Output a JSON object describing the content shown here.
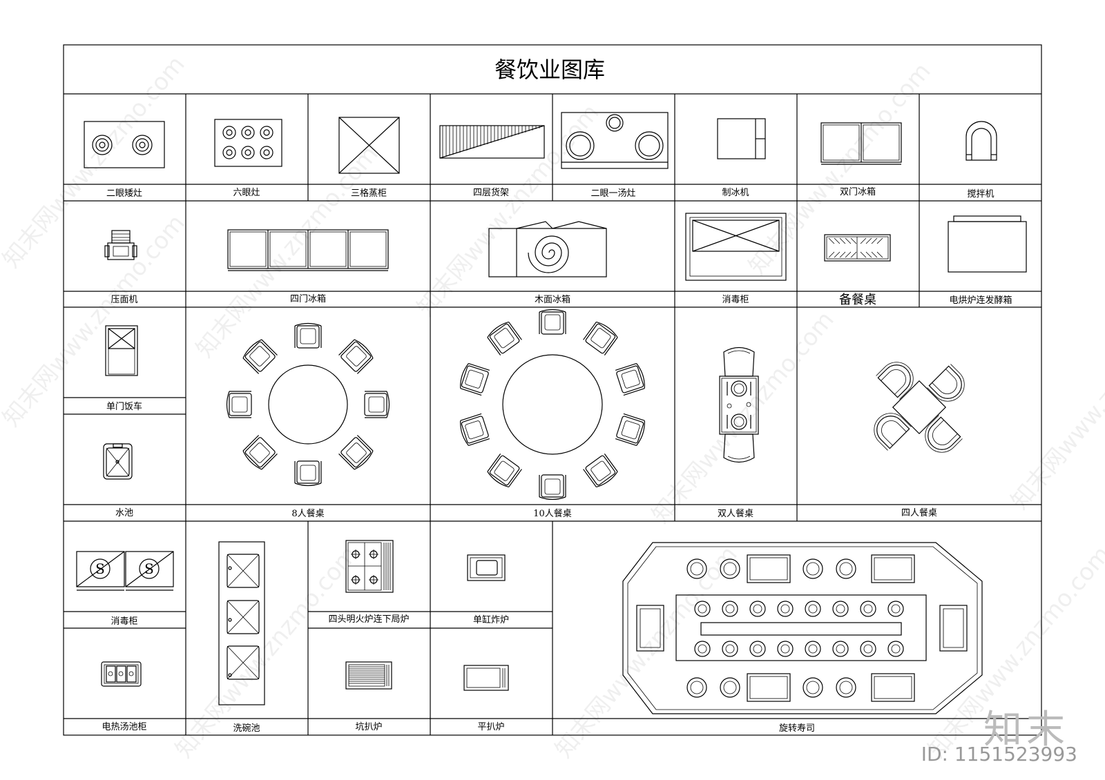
{
  "title": "餐饮业图库",
  "labels": {
    "stove2": "二眼矮灶",
    "stove6": "六眼灶",
    "steamer3": "三格蒸柜",
    "shelf4": "四层货架",
    "stove_soup": "二眼一汤灶",
    "icemaker": "制冰机",
    "fridge2": "双门冰箱",
    "mixer": "搅拌机",
    "noodle_press": "压面机",
    "fridge4": "四门冰箱",
    "wood_fridge": "木面冰箱",
    "disinfect1": "消毒柜",
    "serving_table": "备餐桌",
    "oven_proofer": "电烘炉连发酵箱",
    "rice_cart": "单门饭车",
    "sink": "水池",
    "table8": "8人餐桌",
    "table10": "10人餐桌",
    "table2": "双人餐桌",
    "table4": "四人餐桌",
    "disinfect2": "消毒柜",
    "dish_sink": "洗碗池",
    "burner4": "四头明火炉连下局炉",
    "fryer": "单缸炸炉",
    "bain_marie": "电热汤池柜",
    "pit_grill": "坑扒炉",
    "flat_grill": "平扒炉",
    "sushi": "旋转寿司"
  },
  "watermark": "知末网www.znzmo.com",
  "brand": "知末",
  "image_id": "ID: 1151523993",
  "colors": {
    "line": "#000000",
    "background": "#ffffff",
    "watermark": "#bbbbbb"
  }
}
